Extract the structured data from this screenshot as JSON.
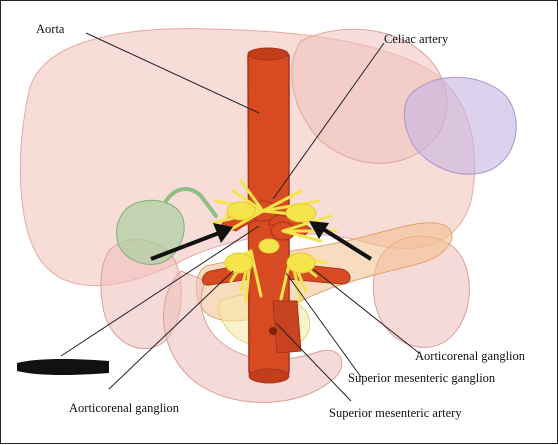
{
  "diagram": {
    "labels": {
      "aorta": "Aorta",
      "celiac_artery": "Celiac artery",
      "aorticorenal_ganglion_right": "Aorticorenal ganglion",
      "superior_mesenteric_ganglion": "Superior mesenteric ganglion",
      "superior_mesenteric_artery": "Superior mesenteric artery",
      "aorticorenal_ganglion_left": "Aorticorenal ganglion"
    },
    "colors": {
      "vessel": "#d84b22",
      "vessel_dark": "#a8331a",
      "ganglion": "#f5e44a",
      "organ_pink": "#f3c9c3",
      "stomach_purple": "#c6b4e3",
      "gallbladder_green": "#a9cfa0",
      "pancreas_orange": "#f2c08a",
      "arrow": "#111111",
      "redaction": "#111111"
    }
  }
}
